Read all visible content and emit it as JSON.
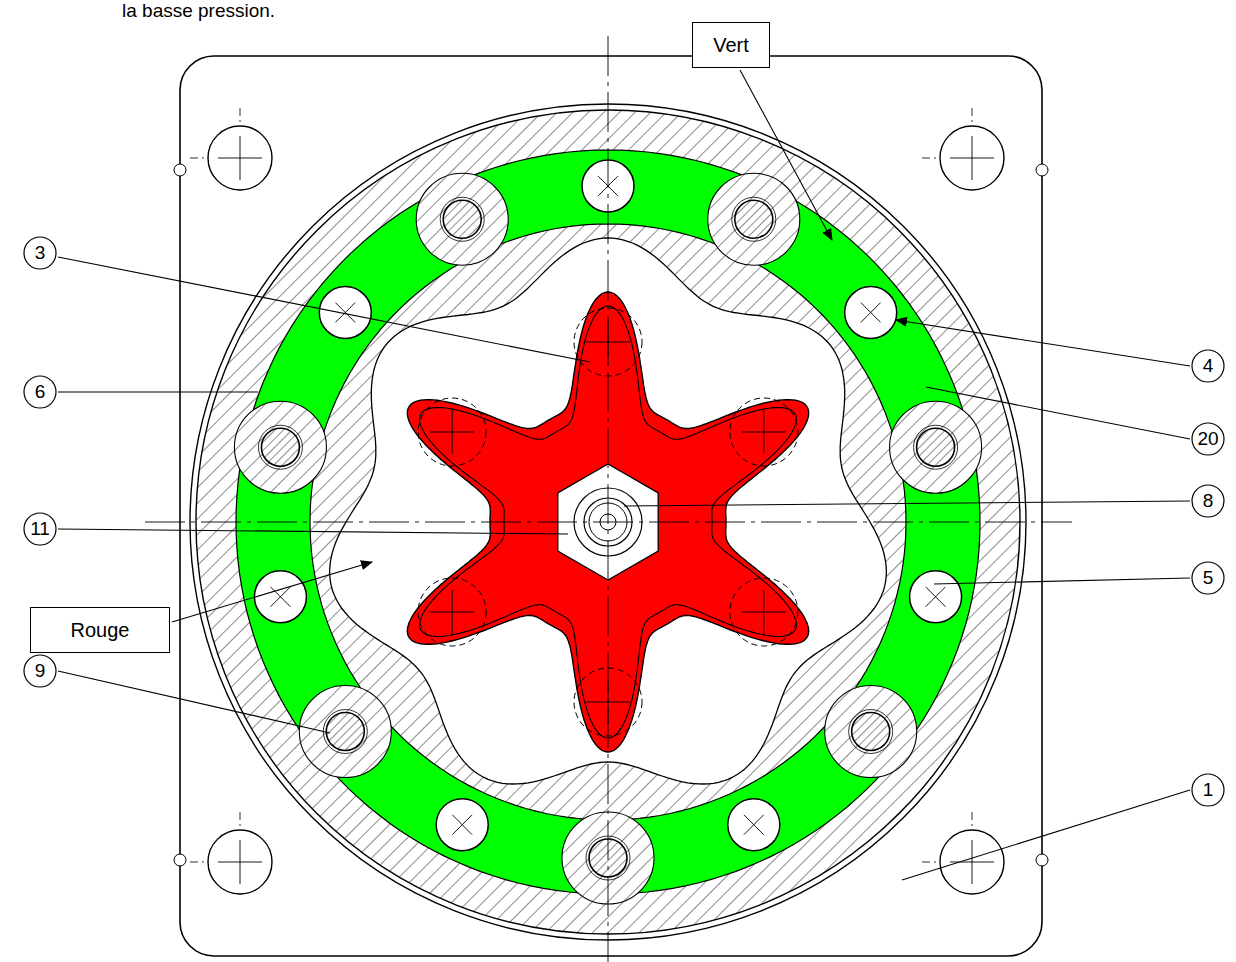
{
  "diagram": {
    "nodes": [
      {
        "text": [
          "Vert"
        ]
      },
      {
        "text": [
          "3"
        ]
      },
      {
        "text": [
          "6"
        ]
      },
      {
        "text": [
          "4"
        ]
      },
      {
        "text": [
          "20"
        ]
      },
      {
        "text": [
          "11"
        ]
      },
      {
        "text": [
          "8"
        ]
      },
      {
        "text": [
          "Rouge"
        ]
      },
      {
        "text": [
          "5"
        ]
      },
      {
        "text": [
          "9"
        ]
      },
      {
        "text": [
          "1"
        ]
      }
    ],
    "labels": [
      "la basse pression."
    ]
  }
}
